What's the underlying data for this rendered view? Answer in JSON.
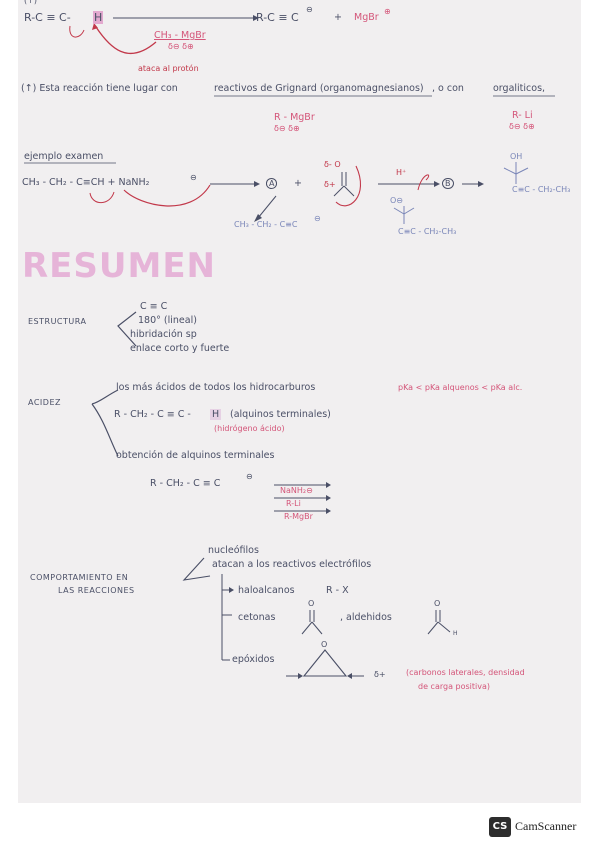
{
  "top_reaction": {
    "marker": "(↑)",
    "reactant": "R-C ≡ C-",
    "proton": "H",
    "product": "R-C ≡ C",
    "product_charge": "⊖",
    "plus": "+",
    "byproduct": "MgBr",
    "byproduct_charge": "⊕",
    "reagent": "CH₃ - MgBr",
    "reagent_charges": "δ⊖   δ⊕",
    "annotation": "ataca al protón"
  },
  "grignard_note": {
    "text_prefix": "(↑) Esta reacción tiene lugar con",
    "text_link1": "reactivos de Grignard (organomagnesianos)",
    "text_mid": ", o con",
    "text_link2": "orgaliticos,",
    "left_formula": "R - MgBr",
    "left_charges": "δ⊖    δ⊕",
    "right_formula": "R- Li",
    "right_charges": "δ⊖  δ⊕"
  },
  "exam_example": {
    "heading": "ejemplo examen",
    "reactants": "CH₃ - CH₂ - C≡CH  +  NaNH₂",
    "reactant_charge": "⊖",
    "label_a": "A",
    "plus": "+",
    "carbonyl_charges": "δ- O",
    "carbonyl_delta_plus": "δ+",
    "acid": "H⁺",
    "label_b": "B",
    "anion_product": "CH₃ - CH₂ - C≡C",
    "anion_charge": "⊖",
    "alkoxide": "O⊖",
    "alkoxide_chain": "C≡C - CH₂-CH₃",
    "alcohol_oh": "OH",
    "alcohol_chain": "C≡C - CH₂-CH₃"
  },
  "title": "RESUMEN",
  "estructura": {
    "label": "ESTRUCTURA",
    "items": [
      "C ≡ C",
      "180° (lineal)",
      "hibridación sp",
      "enlace corto y fuerte"
    ]
  },
  "acidez": {
    "label": "ACIDEZ",
    "line1": "los más ácidos de todos los hidrocarburos",
    "pka_note": "pKa < pKa alquenos < pKa alc.",
    "line2_prefix": "R - CH₂ - C ≡ C -",
    "line2_h": "H",
    "line2_suffix": "(alquinos terminales)",
    "line2_note": "(hidrógeno ácido)",
    "line3": "obtención de alquinos terminales",
    "product": "R - CH₂ - C ≡ C",
    "product_charge": "⊖",
    "reagents": [
      "NaNH₂⊖",
      "R-Li",
      "R-MgBr"
    ]
  },
  "comportamiento": {
    "label_line1": "COMPORTAMIENTO EN",
    "label_line2": "LAS REACCIONES",
    "head1": "nucleófilos",
    "head2": "atacan a los reactivos electrófilos",
    "item1": "haloalcanos",
    "item1_formula": "R - X",
    "item2a": "cetonas",
    "item2b": ", aldehidos",
    "aldehyde_o_left": "O",
    "aldehyde_o_right": "O",
    "aldehyde_h": "H",
    "item3": "epóxidos",
    "epoxide_o": "O",
    "epoxide_delta": "δ+",
    "epoxide_note_line1": "(carbonos laterales, densidad",
    "epoxide_note_line2": "de carga positiva)"
  },
  "footer": {
    "logo": "CS",
    "brand": "CamScanner"
  },
  "colors": {
    "ink": "#4a4f66",
    "red": "#c2384a",
    "pink": "#d45579",
    "blue": "#7a86b8",
    "highlight": "#e3a9cf",
    "paper": "#f1eff0"
  }
}
